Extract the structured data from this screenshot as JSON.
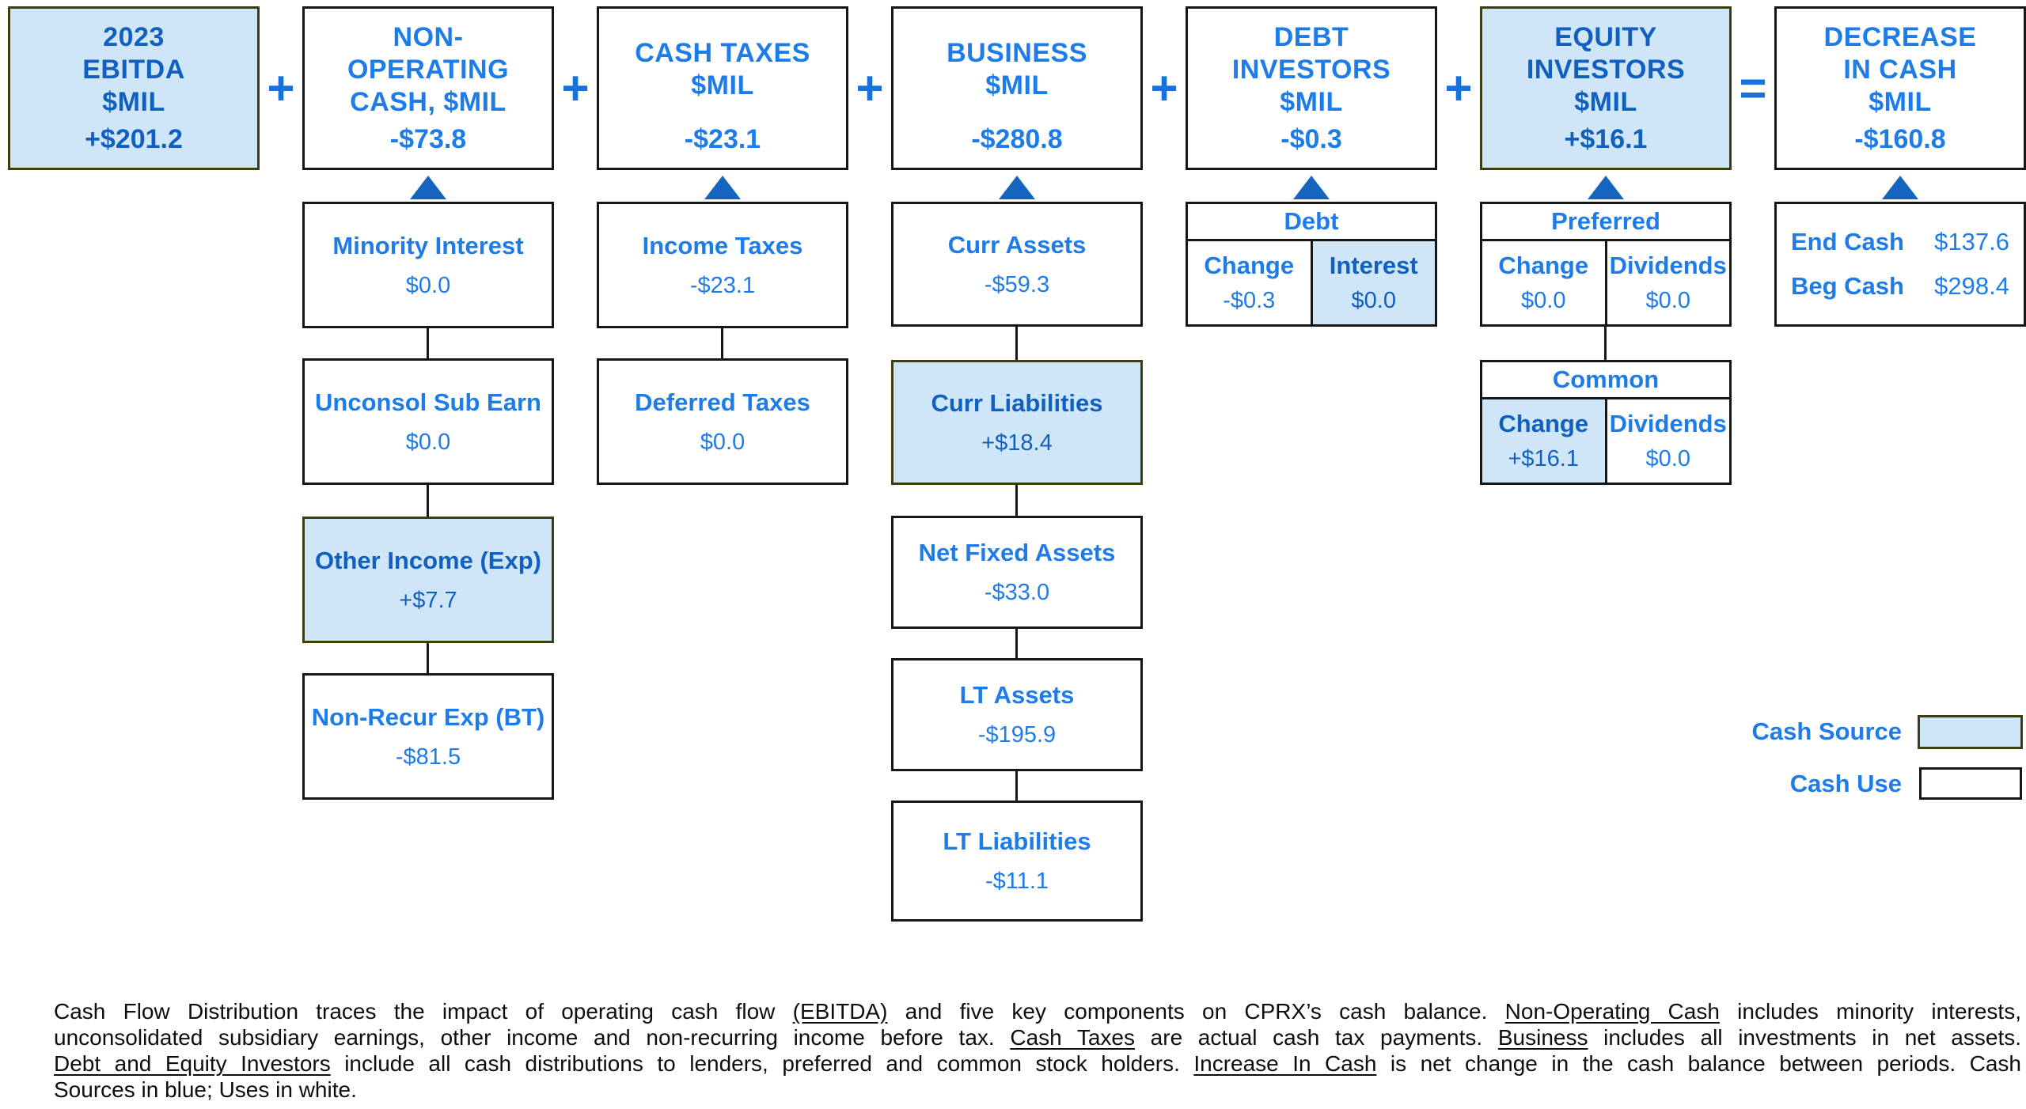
{
  "colors": {
    "source_fill": "#cfe5f8",
    "text_bright_blue": "#1e7ce8",
    "text_dark_blue": "#1160bf",
    "triangle_blue": "#1565c0",
    "border_dark": "#161616"
  },
  "top_row": {
    "operators": [
      "+",
      "+",
      "+",
      "+",
      "+",
      "="
    ],
    "boxes": [
      {
        "lines": [
          "2023",
          "EBITDA",
          "$MIL"
        ],
        "value": "+$201.2",
        "fill": "blue"
      },
      {
        "lines": [
          "NON-",
          "OPERATING",
          "CASH, $MIL"
        ],
        "value": "-$73.8",
        "fill": "white"
      },
      {
        "lines": [
          "CASH TAXES",
          "$MIL",
          ""
        ],
        "value": "-$23.1",
        "fill": "white"
      },
      {
        "lines": [
          "BUSINESS",
          "$MIL",
          ""
        ],
        "value": "-$280.8",
        "fill": "white"
      },
      {
        "lines": [
          "DEBT",
          "INVESTORS",
          "$MIL"
        ],
        "value": "-$0.3",
        "fill": "white"
      },
      {
        "lines": [
          "EQUITY",
          "INVESTORS",
          "$MIL"
        ],
        "value": "+$16.1",
        "fill": "blue"
      },
      {
        "lines": [
          "DECREASE",
          "IN CASH",
          "$MIL"
        ],
        "value": "-$160.8",
        "fill": "white"
      }
    ]
  },
  "nonop_stack": [
    {
      "label": "Minority Interest",
      "value": "$0.0",
      "fill": "white"
    },
    {
      "label": "Unconsol Sub Earn",
      "value": "$0.0",
      "fill": "white"
    },
    {
      "label": "Other Income (Exp)",
      "value": "+$7.7",
      "fill": "blue"
    },
    {
      "label": "Non-Recur Exp (BT)",
      "value": "-$81.5",
      "fill": "white"
    }
  ],
  "tax_stack": [
    {
      "label": "Income Taxes",
      "value": "-$23.1",
      "fill": "white"
    },
    {
      "label": "Deferred Taxes",
      "value": "$0.0",
      "fill": "white"
    }
  ],
  "business_stack": [
    {
      "label": "Curr Assets",
      "value": "-$59.3",
      "fill": "white"
    },
    {
      "label": "Curr Liabilities",
      "value": "+$18.4",
      "fill": "blue"
    },
    {
      "label": "Net Fixed Assets",
      "value": "-$33.0",
      "fill": "white"
    },
    {
      "label": "LT Assets",
      "value": "-$195.9",
      "fill": "white"
    },
    {
      "label": "LT Liabilities",
      "value": "-$11.1",
      "fill": "white"
    }
  ],
  "debt_table": {
    "header": "Debt",
    "cells": [
      {
        "label": "Change",
        "value": "-$0.3",
        "fill": "white"
      },
      {
        "label": "Interest",
        "value": "$0.0",
        "fill": "blue"
      }
    ]
  },
  "preferred_table": {
    "header": "Preferred",
    "cells": [
      {
        "label": "Change",
        "value": "$0.0",
        "fill": "white"
      },
      {
        "label": "Dividends",
        "value": "$0.0",
        "fill": "white"
      }
    ]
  },
  "common_table": {
    "header": "Common",
    "cells": [
      {
        "label": "Change",
        "value": "+$16.1",
        "fill": "blue"
      },
      {
        "label": "Dividends",
        "value": "$0.0",
        "fill": "white"
      }
    ]
  },
  "cash_box": {
    "rows": [
      {
        "label": "End Cash",
        "value": "$137.6"
      },
      {
        "label": "Beg Cash",
        "value": "$298.4"
      }
    ]
  },
  "legend": {
    "source_label": "Cash Source",
    "use_label": "Cash Use"
  },
  "caption": {
    "l1s1": "Cash Flow Distribution traces the impact of operating cash flow ",
    "l1u1": "(EBITDA)",
    "l1s2": " and five key components on CPRX’s cash balance. ",
    "l1u2": "Non-Operating Cash",
    "l1s3": " includes minority interests,",
    "l2s1": "unconsolidated subsidiary earnings, other income and non-recurring income before tax. ",
    "l2u1": "Cash Taxes",
    "l2s2": " are actual cash tax payments. ",
    "l2u2": "Business",
    "l2s3": " includes all investments in net assets.",
    "l3u1": "Debt and Equity Investors",
    "l3s1": " include all cash distributions to lenders, preferred and common stock holders. ",
    "l3u2": "Increase In Cash",
    "l3s2": " is net change in the cash balance between periods. Cash",
    "l4s1": "Sources in blue; Uses in white."
  }
}
